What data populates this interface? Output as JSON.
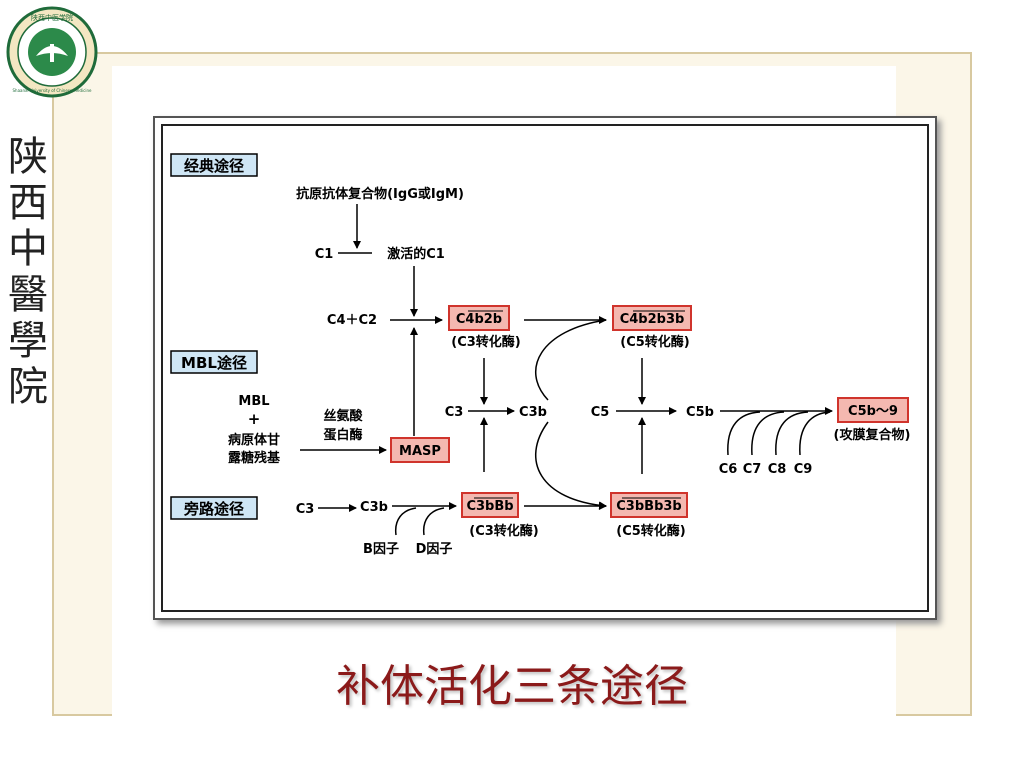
{
  "sidebar": {
    "school_chars": [
      "陕",
      "西",
      "中",
      "醫",
      "學",
      "院"
    ],
    "logo_text": "陕西中医学院",
    "logo_en": "Shaanxi University of Chinese Medicine"
  },
  "diagram": {
    "pathway_classic": "经典途径",
    "pathway_mbl": "MBL途径",
    "pathway_alt": "旁路途径",
    "antigen_antibody": "抗原抗体复合物(IgG或IgM)",
    "c1": "C1",
    "activated_c1": "激活的C1",
    "c4_c2": "C4＋C2",
    "c4b2b": "C4b2b",
    "c3_convertase_1": "(C3转化酶)",
    "c4b2b3b": "C4b2b3b",
    "c5_convertase_1": "(C5转化酶)",
    "mbl": "MBL",
    "plus": "+",
    "pathogen_line1": "病原体甘",
    "pathogen_line2": "露糖残基",
    "serine_line1": "丝氨酸",
    "serine_line2": "蛋白酶",
    "masp": "MASP",
    "c3_mid": "C3",
    "c3b_mid": "C3b",
    "c5": "C5",
    "c5b": "C5b",
    "c5b9": "C5b～9",
    "mac": "(攻膜复合物)",
    "c6": "C6",
    "c7": "C7",
    "c8": "C8",
    "c9": "C9",
    "c3_alt": "C3",
    "c3b_alt": "C3b",
    "c3bbb": "C3bBb",
    "c3_convertase_2": "(C3转化酶)",
    "c3bbb3b": "C3bBb3b",
    "c5_convertase_2": "(C5转化酶)",
    "factor_b": "B因子",
    "factor_d": "D因子"
  },
  "page": {
    "title": "补体活化三条途径"
  },
  "colors": {
    "enzyme_fill": "#f4b8b0",
    "enzyme_border": "#d0342c",
    "label_fill": "#cfe6f5",
    "title_color": "#8b1a1a"
  }
}
